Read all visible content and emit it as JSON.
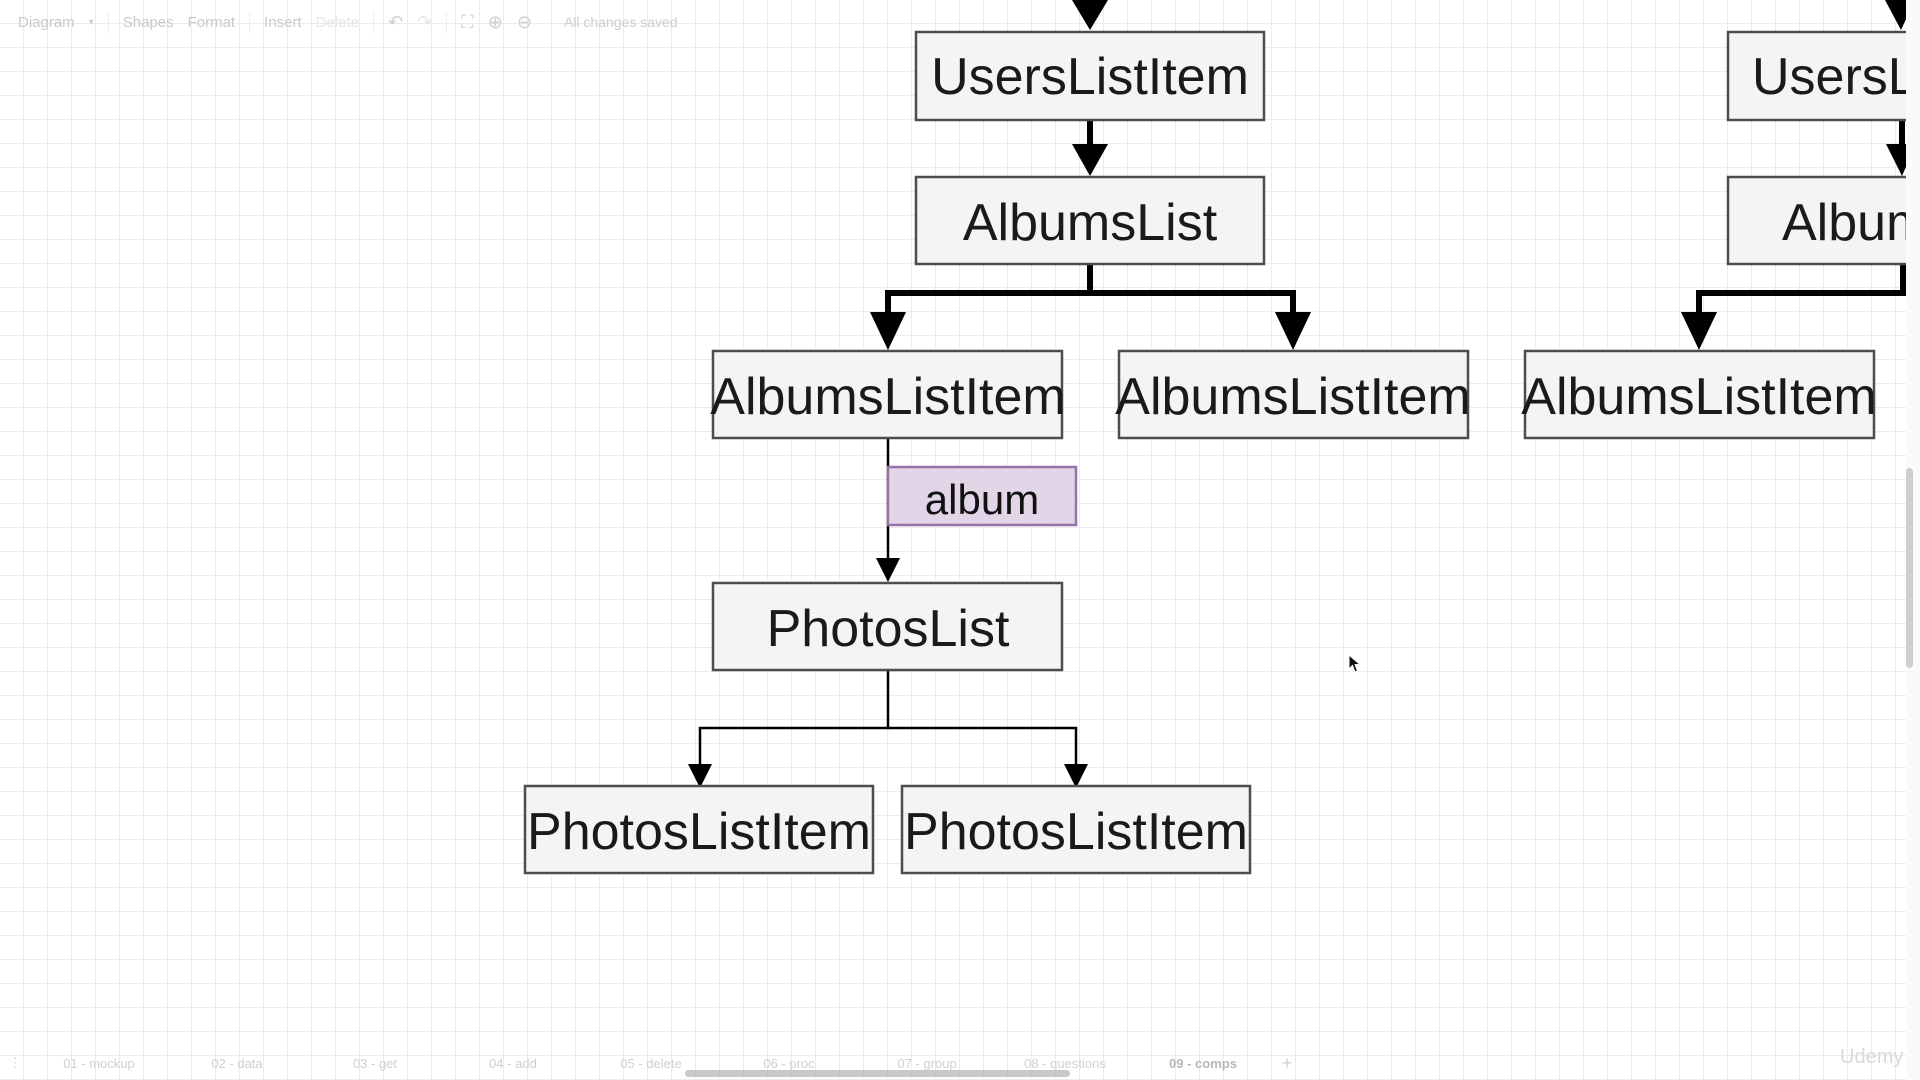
{
  "toolbar": {
    "diagram_menu": "Diagram",
    "shapes": "Shapes",
    "format": "Format",
    "insert": "Insert",
    "delete": "Delete",
    "status": "All changes saved",
    "icons": [
      "undo-icon",
      "redo-icon",
      "fullscreen-icon",
      "zoom-in-icon",
      "zoom-out-icon"
    ]
  },
  "diagram": {
    "users_list_item": "UsersListItem",
    "users_list_item_partial": "UsersL",
    "albums_list": "AlbumsList",
    "albums_list_partial": "Album",
    "albums_list_item": "AlbumsListItem",
    "edge_label": "album",
    "photos_list": "PhotosList",
    "photos_list_item": "PhotosListItem",
    "colors": {
      "node_fill": "#f4f4f4",
      "node_stroke": "#4d4d4d",
      "label_fill": "#e1d5e7",
      "label_stroke": "#9673a6",
      "edge": "#000000"
    }
  },
  "page_tabs": [
    "01 - mockup",
    "02 - data",
    "03 - get",
    "04 - add",
    "05 - delete",
    "06 - proc",
    "07 - group",
    "08 - questions",
    "09 - comps"
  ],
  "active_tab": "09 - comps",
  "watermark": "Udemy"
}
